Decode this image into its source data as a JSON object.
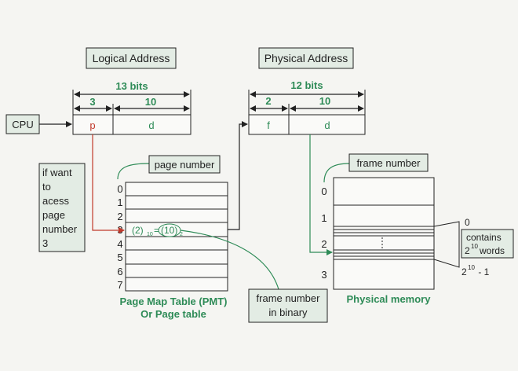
{
  "logical_address": {
    "title": "Logical Address",
    "total_bits": "13 bits",
    "p_bits": "3",
    "d_bits": "10",
    "p_label": "p",
    "d_label": "d"
  },
  "physical_address": {
    "title": "Physical Address",
    "total_bits": "12 bits",
    "f_bits": "2",
    "d_bits": "10",
    "f_label": "f",
    "d_label": "d"
  },
  "cpu": {
    "label": "CPU"
  },
  "note": {
    "lines": [
      "if want",
      "to",
      "acess",
      "page",
      "number",
      "3"
    ]
  },
  "page_table": {
    "callout": "page number",
    "indices": [
      "0",
      "1",
      "2",
      "3",
      "4",
      "5",
      "6",
      "7"
    ],
    "entry_base10": "(2)",
    "entry_sub10": "10",
    "entry_eq": "=",
    "entry_base2": "(10)",
    "entry_sub2": "2",
    "caption_line1": "Page Map Table (PMT)",
    "caption_line2": "Or Page table"
  },
  "frame_binary": {
    "line1": "frame number",
    "line2": "in binary"
  },
  "physical_memory": {
    "callout": "frame number",
    "indices": [
      "0",
      "1",
      "2",
      "3"
    ],
    "caption": "Physical memory",
    "frame_top": "0",
    "frame_bottom_base": "2",
    "frame_bottom_exp": "10",
    "frame_bottom_tail": " - 1",
    "contains_line1": "contains",
    "contains_base": "2",
    "contains_exp": "10",
    "contains_tail": "words"
  },
  "colors": {
    "green": "#2e8b57",
    "red": "#c0392b",
    "box_fill": "#e3ece4",
    "dark": "#222222"
  }
}
